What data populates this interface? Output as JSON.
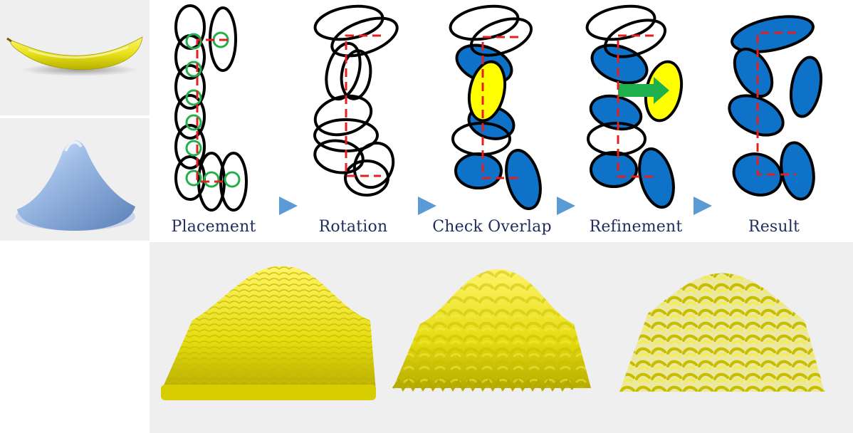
{
  "steps": [
    {
      "label": "Placement"
    },
    {
      "label": "Rotation"
    },
    {
      "label": "Check Overlap"
    },
    {
      "label": "Refinement"
    },
    {
      "label": "Result"
    }
  ],
  "colors": {
    "ellipse_stroke": "#000000",
    "ellipse_fill_blue": "#0e72c8",
    "highlight_yellow": "#ffff00",
    "bounding_box_red": "#e32020",
    "circle_green": "#22b04a",
    "arrow_green": "#1db04d",
    "step_arrow_blue": "#5b9bd5",
    "label_text": "#1f2d5c",
    "banana_yellow": "#e8e21a",
    "terrain_blue": "#8fb0dc",
    "render_background": "#efefef"
  },
  "icons": [
    "banana-model",
    "terrain-bump-model",
    "banana-pile-render"
  ]
}
